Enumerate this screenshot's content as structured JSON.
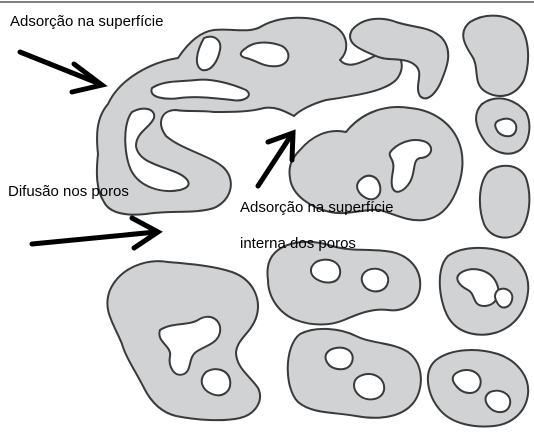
{
  "labels": {
    "surface_adsorption": "Adsorção na superfície",
    "pore_diffusion": "Difusão nos poros",
    "internal_adsorption_line1": "Adsorção na superfície",
    "internal_adsorption_line2": "interna dos poros"
  },
  "colors": {
    "particle_fill": "#d0d2d4",
    "outline": "#3a3a3a",
    "arrow": "#000000",
    "background": "#ffffff"
  }
}
